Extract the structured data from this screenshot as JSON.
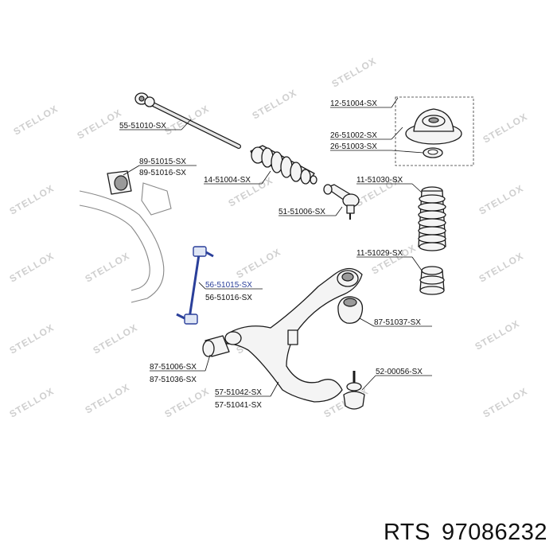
{
  "watermark": "STELLOX",
  "labels": {
    "tie_rod": "55-51010-SX",
    "top_mount": "12-51004-SX",
    "bearing_a": "26-51002-SX",
    "bearing_b": "26-51003-SX",
    "stab_bush_a": "89-51015-SX",
    "stab_bush_b": "89-51016-SX",
    "rack_boot": "14-51004-SX",
    "bump_boot": "11-51030-SX",
    "tie_end": "51-51006-SX",
    "bump_stop": "11-51029-SX",
    "link_a": "56-51015-SX",
    "link_b": "56-51016-SX",
    "arm_bush": "87-51037-SX",
    "bushing_a": "87-51006-SX",
    "bushing_b": "87-51036-SX",
    "ball_joint": "52-00056-SX",
    "arm_a": "57-51042-SX",
    "arm_b": "57-51041-SX"
  },
  "footer": {
    "brand": "RTS",
    "part_number": "97086232"
  }
}
